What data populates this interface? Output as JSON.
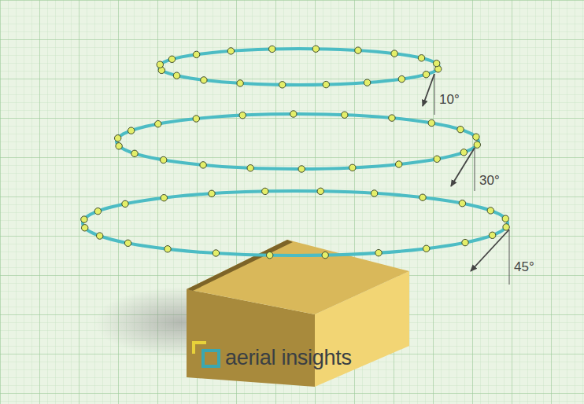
{
  "diagram": {
    "labels": [
      "10°",
      "30°",
      "45°",
      "aerial insights"
    ]
  }
}
